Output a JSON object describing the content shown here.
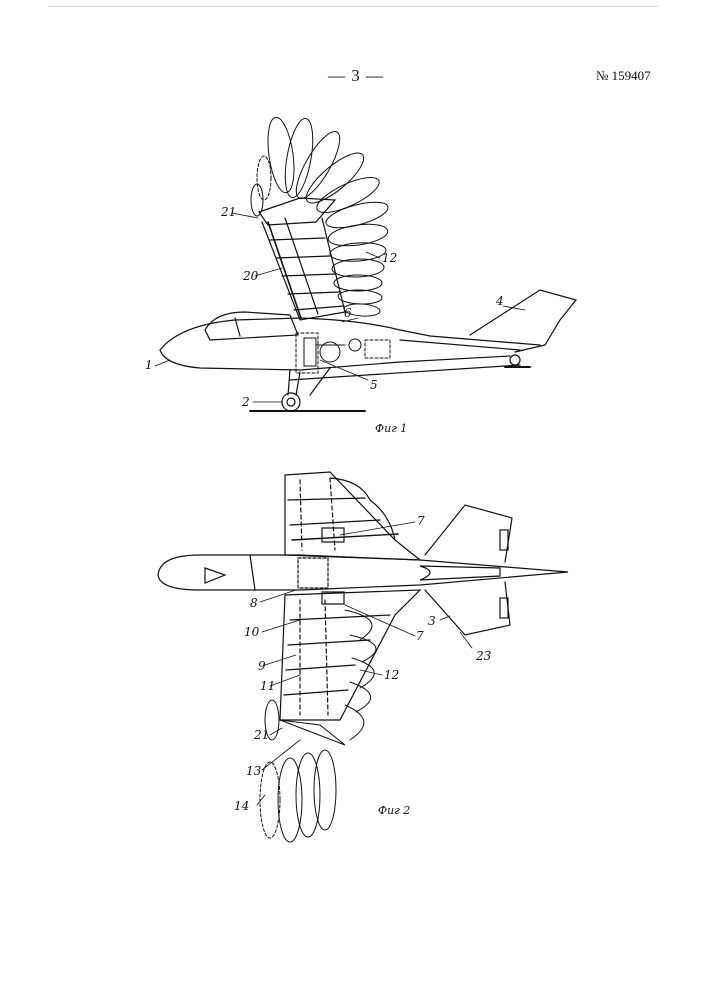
{
  "header": {
    "page_number": "— 3 —",
    "patent_number": "№ 159407"
  },
  "figure1": {
    "caption": "Фиг 1",
    "labels": {
      "l1": "1",
      "l2": "2",
      "l4": "4",
      "l5": "5",
      "l6": "6",
      "l12": "12",
      "l20": "20",
      "l21": "21"
    }
  },
  "figure2": {
    "caption": "Фиг 2",
    "labels": {
      "l3": "3",
      "l7a": "7",
      "l7b": "7",
      "l8": "8",
      "l9": "9",
      "l10": "10",
      "l11": "11",
      "l12": "12",
      "l13": "13",
      "l14": "14",
      "l21": "21",
      "l23": "23"
    }
  }
}
